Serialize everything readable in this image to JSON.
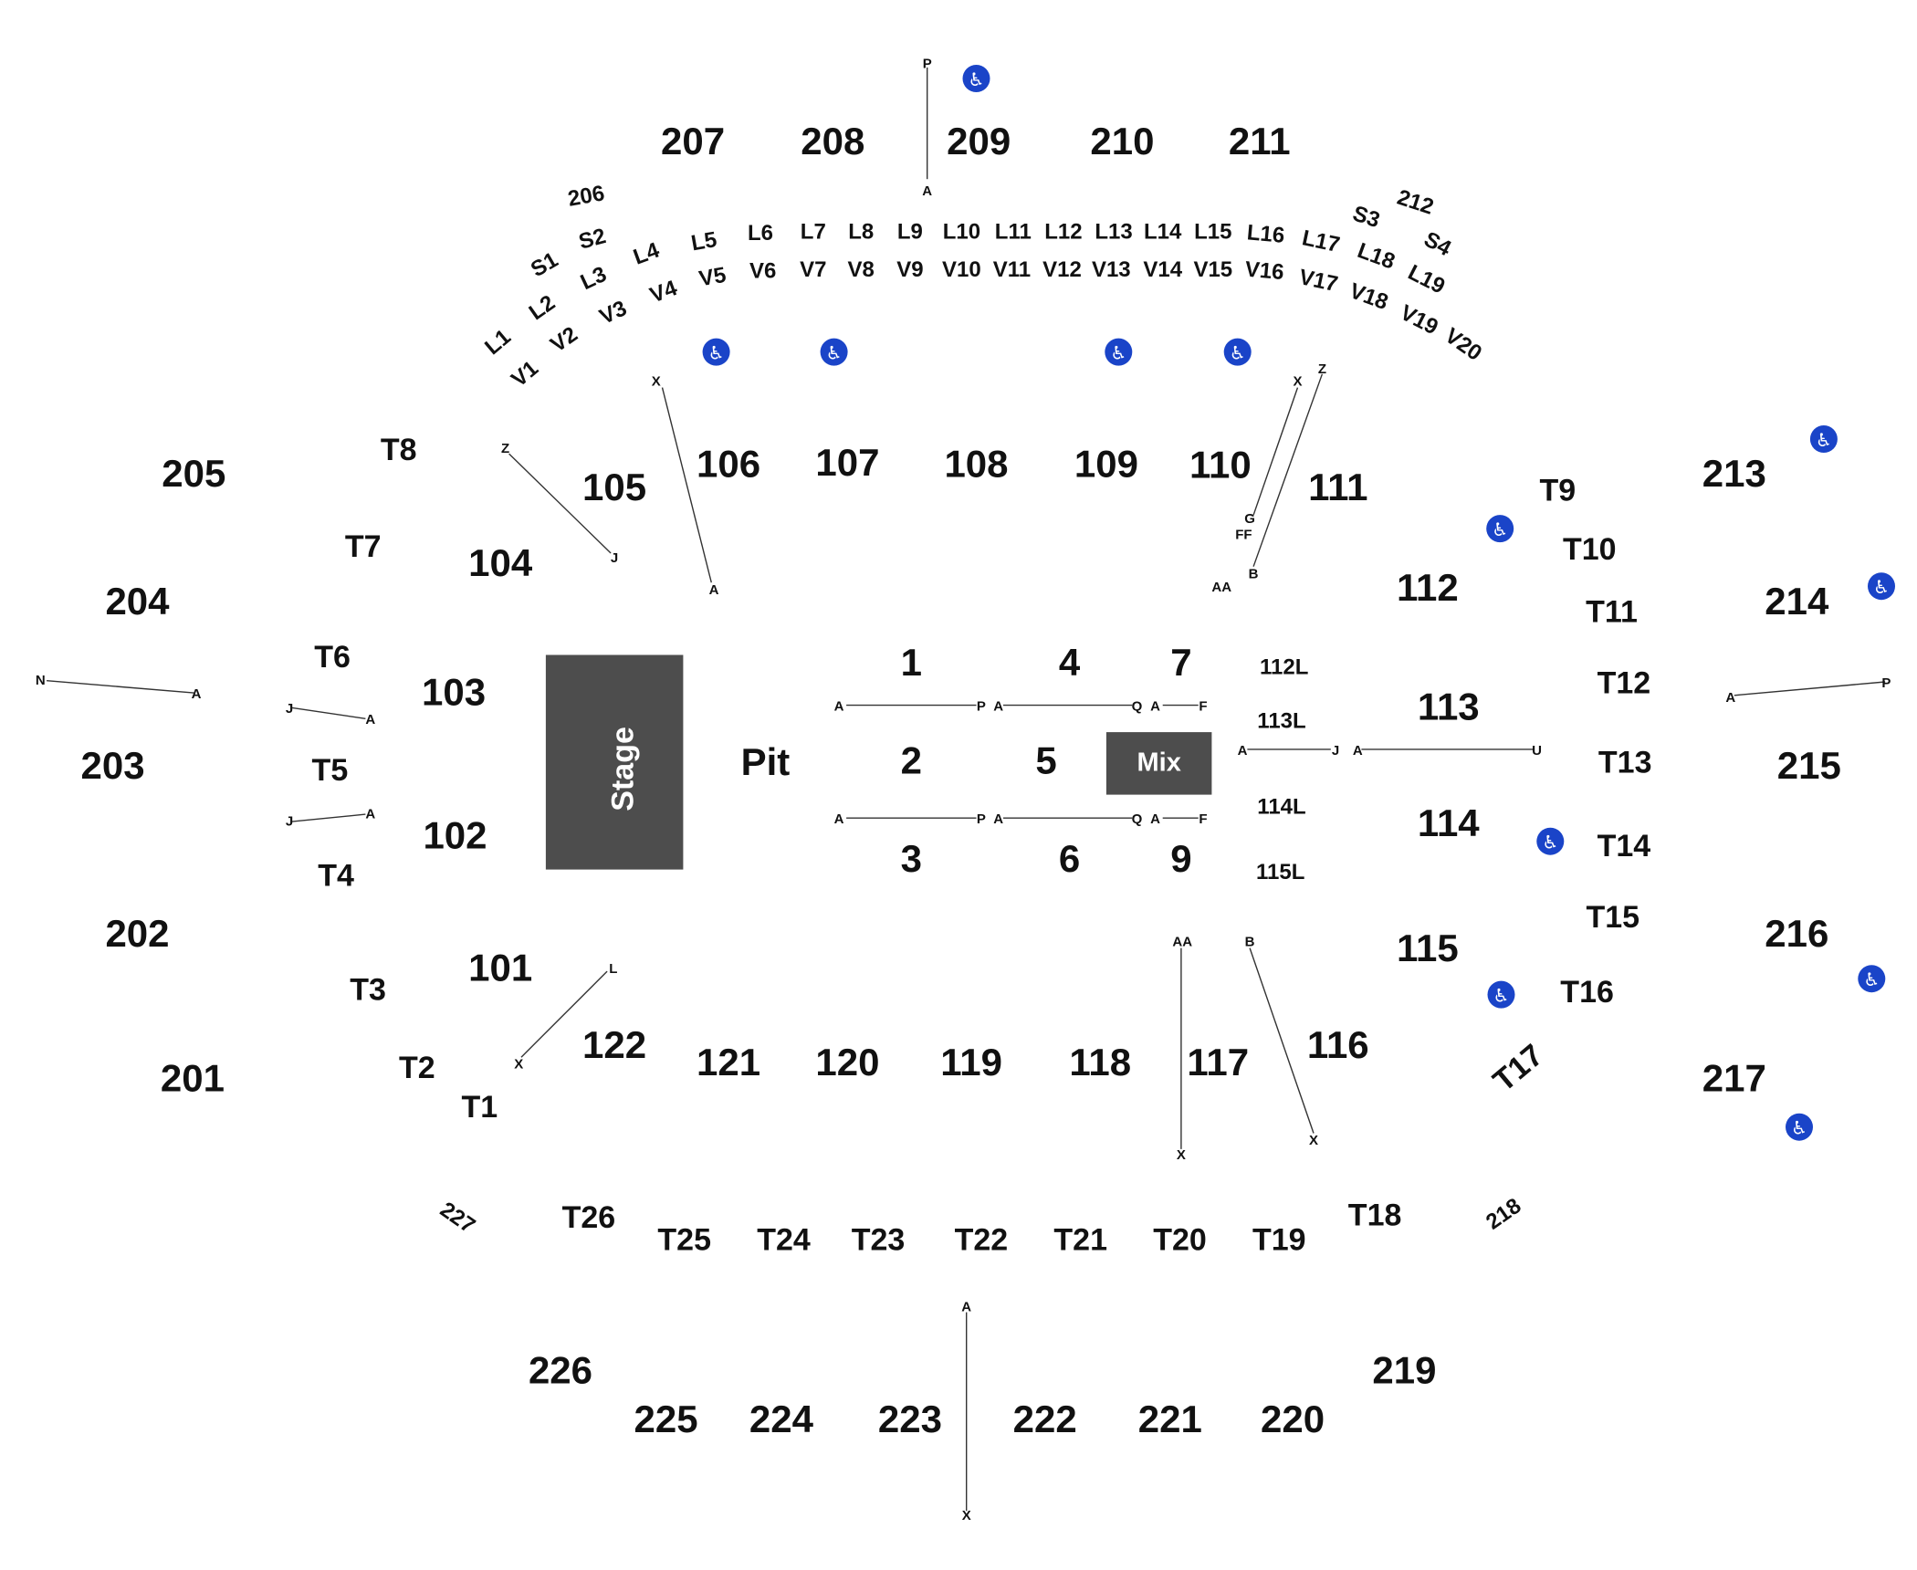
{
  "colors": {
    "text": "#111111",
    "block": "#4d4d4d",
    "accessible": "#1a44c8",
    "line": "#333333"
  },
  "icons": {
    "accessible": "wheelchair-icon"
  },
  "stage": {
    "label": "Stage"
  },
  "mix": {
    "label": "Mix"
  },
  "pit": {
    "label": "Pit"
  },
  "sections_200": [
    "201",
    "202",
    "203",
    "204",
    "205",
    "207",
    "208",
    "209",
    "210",
    "211",
    "213",
    "214",
    "215",
    "216",
    "217",
    "219",
    "220",
    "221",
    "222",
    "223",
    "224",
    "225",
    "226"
  ],
  "sections_200_rotated": [
    "206",
    "212",
    "218",
    "227"
  ],
  "sections_100": [
    "101",
    "102",
    "103",
    "104",
    "105",
    "106",
    "107",
    "108",
    "109",
    "110",
    "111",
    "112",
    "113",
    "114",
    "115",
    "116",
    "117",
    "118",
    "119",
    "120",
    "121",
    "122"
  ],
  "floor_sections": [
    "1",
    "2",
    "3",
    "4",
    "5",
    "6",
    "7",
    "9"
  ],
  "floor_l_sections": [
    "112L",
    "113L",
    "114L",
    "115L"
  ],
  "tables": [
    "T1",
    "T2",
    "T3",
    "T4",
    "T5",
    "T6",
    "T7",
    "T8",
    "T9",
    "T10",
    "T11",
    "T12",
    "T13",
    "T14",
    "T15",
    "T16",
    "T17",
    "T18",
    "T19",
    "T20",
    "T21",
    "T22",
    "T23",
    "T24",
    "T25",
    "T26"
  ],
  "loge_l": [
    "L1",
    "L2",
    "L3",
    "L4",
    "L5",
    "L6",
    "L7",
    "L8",
    "L9",
    "L10",
    "L11",
    "L12",
    "L13",
    "L14",
    "L15",
    "L16",
    "L17",
    "L18",
    "L19"
  ],
  "loge_v": [
    "V1",
    "V2",
    "V3",
    "V4",
    "V5",
    "V6",
    "V7",
    "V8",
    "V9",
    "V10",
    "V11",
    "V12",
    "V13",
    "V14",
    "V15",
    "V16",
    "V17",
    "V18",
    "V19",
    "V20"
  ],
  "suites": [
    "S1",
    "S2",
    "S3",
    "S4"
  ],
  "row_letters": [
    "P",
    "A",
    "X",
    "A",
    "Z",
    "J",
    "X",
    "Z",
    "G",
    "FF",
    "B",
    "AA",
    "N",
    "A",
    "J",
    "A",
    "J",
    "A",
    "A",
    "P",
    "A",
    "P",
    "A",
    "Q",
    "A",
    "F",
    "A",
    "J",
    "A",
    "U",
    "A",
    "P",
    "A",
    "Q",
    "A",
    "F",
    "L",
    "X",
    "AA",
    "B",
    "X",
    "X",
    "A",
    "X"
  ]
}
